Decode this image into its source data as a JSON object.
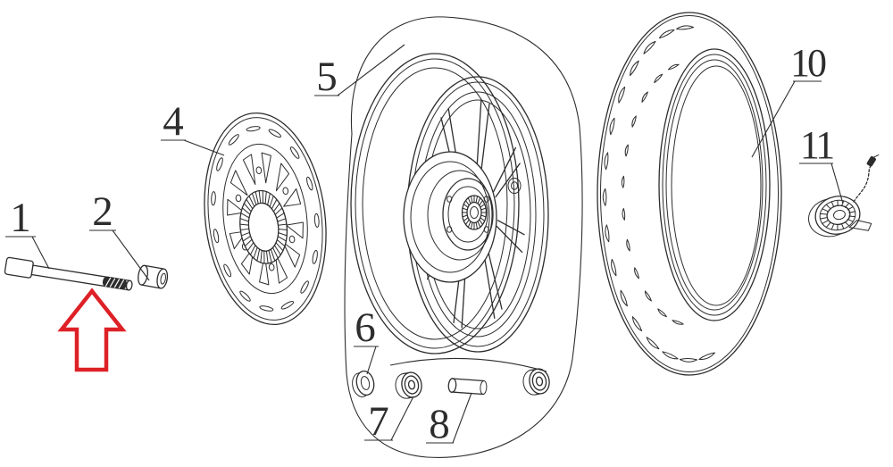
{
  "diagram": {
    "type": "exploded-parts-diagram",
    "subject": "motorcycle front wheel assembly",
    "colors": {
      "background": "#ffffff",
      "line": "#2d2d2d",
      "arrow": "#dd2127"
    },
    "parts": [
      {
        "label": "1",
        "name": "front axle"
      },
      {
        "label": "2",
        "name": "axle nut"
      },
      {
        "label": "4",
        "name": "brake disc rotor"
      },
      {
        "label": "5",
        "name": "front wheel rim assembly"
      },
      {
        "label": "6",
        "name": "washer"
      },
      {
        "label": "7",
        "name": "wheel bearing"
      },
      {
        "label": "8",
        "name": "bearing spacer"
      },
      {
        "label": "10",
        "name": "tire"
      },
      {
        "label": "11",
        "name": "speedometer drive unit"
      }
    ],
    "annotation": {
      "arrow_direction": "up",
      "arrow_points_at": "front axle"
    }
  }
}
